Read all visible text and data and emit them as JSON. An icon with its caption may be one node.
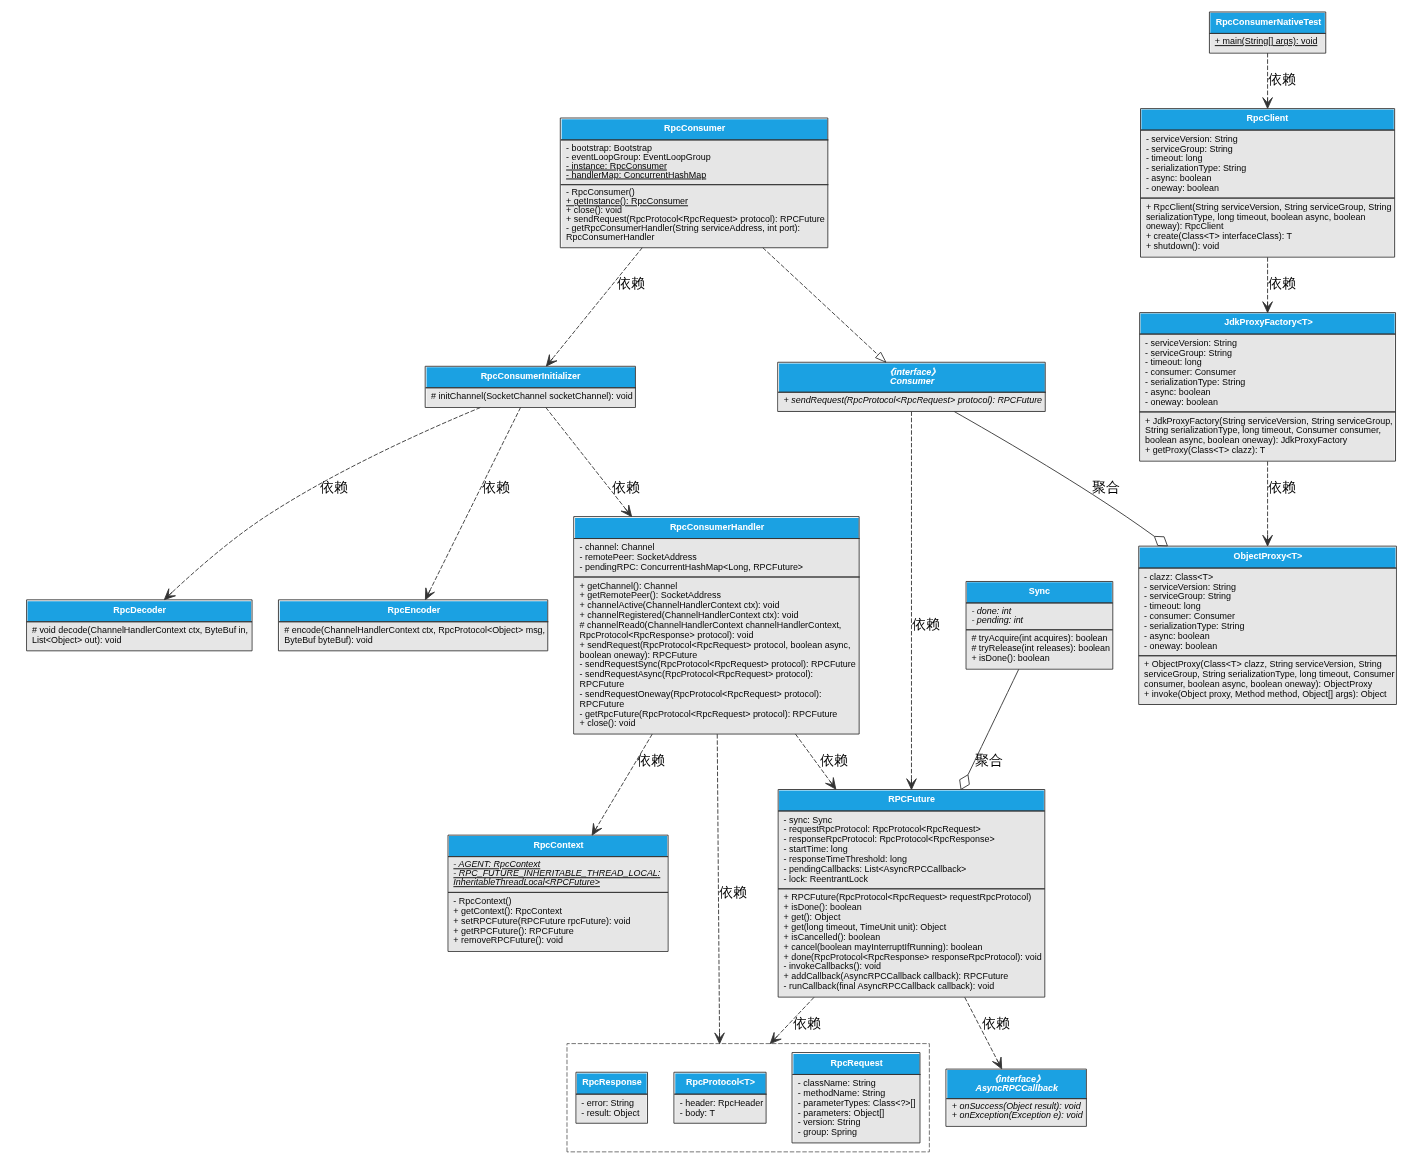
{
  "diagram": {
    "nodes": [
      {
        "text": [
          "ObjectProxy<T>",
          "- clazz: Class<T>",
          "- serviceVersion: String",
          "- serviceGroup: String",
          "- timeout: long",
          "- consumer: Consumer",
          "- serializationType: String",
          "- async: boolean",
          "- oneway: boolean",
          "+ ObjectProxy(Class<T> clazz, String serviceVersion, String serviceGroup, String serializationType, long timeout, Consumer consumer, boolean async, boolean oneway): ObjectProxy",
          "+ invoke(Object proxy, Method method, Object[] args): Object"
        ]
      },
      {
        "text": [
          "《interface》",
          "Consumer",
          "+ sendRequest(RpcProtocol<RpcRequest> protocol): RPCFuture"
        ]
      },
      {
        "text": [
          "RpcConsumer",
          "- bootstrap: Bootstrap",
          "- eventLoopGroup: EventLoopGroup",
          "- instance: RpcConsumer",
          "- handlerMap: ConcurrentHashMap",
          "- RpcConsumer()",
          "+ getInstance(): RpcConsumer",
          "+ close(): void",
          "+ sendRequest(RpcProtocol<RpcRequest> protocol): RPCFuture",
          "- getRpcConsumerHandler(String serviceAddress, int port): RpcConsumerHandler"
        ]
      },
      {
        "text": [
          "《interface》",
          "AsyncRPCCallback",
          "+ onSuccess(Object result): void",
          "+ onException(Exception e): void"
        ]
      },
      {
        "text": [
          "JdkProxyFactory<T>",
          "- serviceVersion: String",
          "- serviceGroup: String",
          "- timeout: long",
          "- consumer: Consumer",
          "- serializationType: String",
          "- async: boolean",
          "- oneway: boolean",
          "+ JdkProxyFactory(String serviceVersion, String serviceGroup, String serializationType, long timeout, Consumer consumer, boolean async, boolean oneway): JdkProxyFactory",
          "+ getProxy(Class<T> clazz): T"
        ]
      },
      {
        "text": [
          "RpcConsumerInitializer",
          "# initChannel(SocketChannel socketChannel): void"
        ]
      },
      {
        "text": [
          "Sync",
          "- done: int",
          "- pending: int",
          "# tryAcquire(int acquires): boolean",
          "# tryRelease(int releases): boolean",
          "+ isDone(): boolean"
        ]
      },
      {
        "text": [
          "RpcEncoder",
          "# encode(ChannelHandlerContext ctx, RpcProtocol<Object> msg, ByteBuf byteBuf): void"
        ]
      },
      {
        "text": [
          "RpcDecoder",
          "# void decode(ChannelHandlerContext ctx, ByteBuf in, List<Object> out): void"
        ]
      },
      {
        "text": [
          "RpcClient",
          "- serviceVersion: String",
          "- serviceGroup: String",
          "- timeout: long",
          "- serializationType: String",
          "- async: boolean",
          "- oneway: boolean",
          "+ RpcClient(String serviceVersion, String serviceGroup, String serializationType, long timeout, boolean async, boolean oneway): RpcClient",
          "+ create(Class<T> interfaceClass): T",
          "+ shutdown(): void"
        ]
      },
      {
        "text": [
          "RPCFuture",
          "- sync: Sync",
          "- requestRpcProtocol: RpcProtocol<RpcRequest>",
          "- responseRpcProtocol: RpcProtocol<RpcResponse>",
          "- startTime: long",
          "- responseTimeThreshold: long",
          "- pendingCallbacks: List<AsyncRPCCallback>",
          "- lock: ReentrantLock",
          "+ RPCFuture(RpcProtocol<RpcRequest> requestRpcProtocol)",
          "+ isDone(): boolean",
          "+ get(): Object",
          "+ get(long timeout, TimeUnit unit): Object",
          "+ isCancelled(): boolean",
          "+ cancel(boolean mayInterruptIfRunning): boolean",
          "+ done(RpcProtocol<RpcResponse> responseRpcProtocol): void",
          "- invokeCallbacks(): void",
          "+ addCallback(AsyncRPCCallback callback): RPCFuture",
          "- runCallback(final AsyncRPCCallback callback): void"
        ]
      },
      {
        "text": [
          "RpcConsumerHandler",
          "- channel: Channel",
          "- remotePeer: SocketAddress",
          "- pendingRPC: ConcurrentHashMap<Long, RPCFuture>",
          "+ getChannel(): Channel",
          "+ getRemotePeer(): SocketAddress",
          "+ channelActive(ChannelHandlerContext ctx): void",
          "+ channelRegistered(ChannelHandlerContext ctx): void",
          "# channelRead0(ChannelHandlerContext channelHandlerContext, RpcProtocol<RpcResponse> protocol): void",
          "+ sendRequest(RpcProtocol<RpcRequest> protocol, boolean async, boolean oneway): RPCFuture",
          "- sendRequestSync(RpcProtocol<RpcRequest> protocol): RPCFuture",
          "- sendRequestAsync(RpcProtocol<RpcRequest> protocol): RPCFuture",
          "- sendRequestOneway(RpcProtocol<RpcRequest> protocol): RPCFuture",
          "- getRpcFuture(RpcProtocol<RpcRequest> protocol): RPCFuture",
          "+ close(): void"
        ]
      },
      {
        "text": [
          "RpcConsumerNativeTest",
          "+ main(String[] args): void"
        ]
      },
      {
        "text": [],
        "shape": "box"
      },
      {
        "text": [
          "RpcContext",
          "- AGENT: RpcContext",
          "- RPC_FUTURE_INHERITABLE_THREAD_LOCAL: InheritableThreadLocal<RPCFuture>",
          "- RpcContext()",
          "+ getContext(): RpcContext",
          "+ setRPCFuture(RPCFuture rpcFuture): void",
          "+ getRPCFuture(): RPCFuture",
          "+ removeRPCFuture(): void"
        ]
      },
      {
        "text": [
          "RpcRequest",
          "- className: String",
          "- methodName: String",
          "- parameterTypes: Class<?>[]",
          "- parameters: Object[]",
          "- version: String",
          "- group: Spring"
        ],
        "in": 13
      },
      {
        "text": [
          "RpcProtocol<T>",
          "- header: RpcHeader",
          "- body: T"
        ],
        "in": 13
      },
      {
        "text": [
          "RpcResponse",
          "- error: String",
          "- result: Object"
        ],
        "in": 13
      }
    ],
    "edges": [
      {
        "from": 2,
        "to": 1,
        "arrow": "to",
        "style": "dashed"
      },
      {
        "from": 1,
        "to": 0,
        "arrow": "other",
        "label": "聚合"
      },
      {
        "from": 1,
        "to": 10,
        "arrow": "to",
        "style": "dashed",
        "label": "依赖"
      },
      {
        "from": 2,
        "to": 5,
        "arrow": "to",
        "style": "dashed",
        "label": "依赖"
      },
      {
        "from": 5,
        "to": 7,
        "arrow": "to",
        "style": "dashed",
        "label": "依赖"
      },
      {
        "from": 5,
        "to": 8,
        "arrow": "to",
        "style": "dashed",
        "label": "依赖"
      },
      {
        "from": 5,
        "to": 11,
        "arrow": "to",
        "style": "dashed",
        "label": "依赖"
      },
      {
        "from": 10,
        "to": 3,
        "arrow": "to",
        "style": "dashed",
        "label": "依赖"
      },
      {
        "from": 6,
        "to": 10,
        "arrow": "other",
        "label": "聚合"
      },
      {
        "from": 11,
        "to": 10,
        "arrow": "to",
        "style": "dashed",
        "label": "依赖"
      },
      {
        "from": 11,
        "to": 14,
        "arrow": "to",
        "style": "dashed",
        "label": "依赖"
      },
      {
        "from": 11,
        "to": 13,
        "arrow": "to",
        "style": "dashed",
        "label": "依赖"
      },
      {
        "from": 10,
        "to": 13,
        "arrow": "to",
        "style": "dashed",
        "label": "依赖"
      },
      {
        "from": 4,
        "to": 0,
        "arrow": "to",
        "style": "dashed",
        "label": "依赖"
      },
      {
        "from": 9,
        "to": 4,
        "arrow": "to",
        "style": "dashed",
        "label": "依赖"
      },
      {
        "from": 12,
        "to": 9,
        "arrow": "to",
        "style": "dashed",
        "label": "依赖"
      }
    ]
  }
}
